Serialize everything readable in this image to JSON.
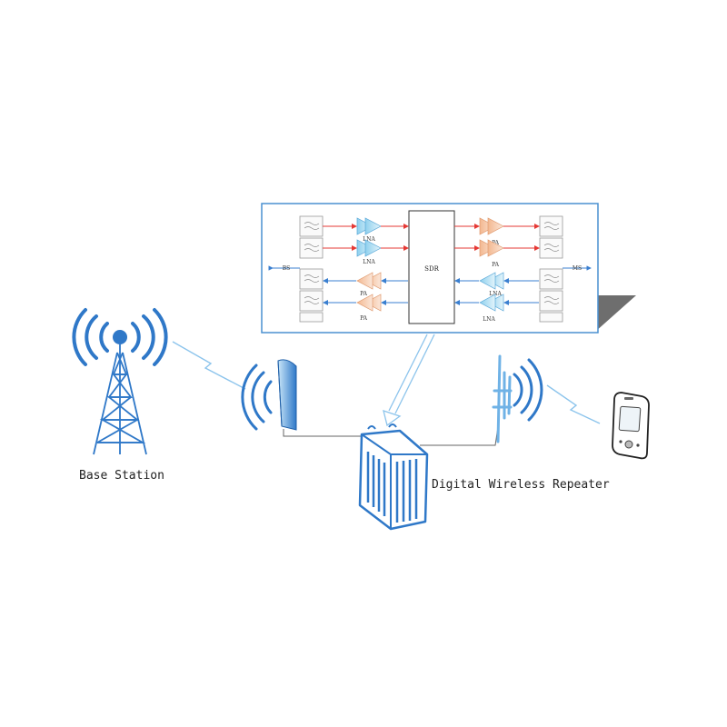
{
  "labels": {
    "base_station": "Base Station",
    "repeater": "Digital Wireless Repeater"
  },
  "block_diagram": {
    "sdr": "SDR",
    "bs": "BS",
    "ms": "MS",
    "lna": "LNA",
    "pa": "PA"
  },
  "colors": {
    "accent_blue": "#2f78c8",
    "light_blue": "#8cc4ec",
    "forward_arrow": "#e53935",
    "reverse_arrow": "#3a7fd0",
    "pa_fill": "#f7d2b8",
    "lna_fill": "#bfe3f4"
  },
  "icons": [
    "tower-icon",
    "panel-antenna-icon",
    "yagi-antenna-icon",
    "repeater-icon",
    "handset-icon",
    "wireless-link-icon"
  ]
}
